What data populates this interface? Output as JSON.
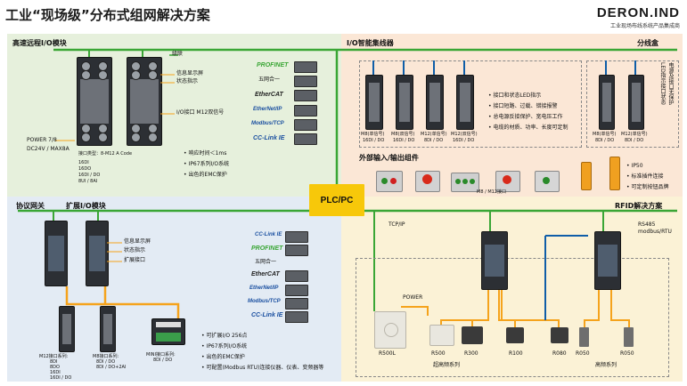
{
  "title": "工业“现场级”分布式组网解决方案",
  "logo": {
    "brand": "DERON.IND",
    "slogan": "工业现场布线系统产品集成商"
  },
  "center": {
    "label": "PLC/PC"
  },
  "colors": {
    "green_line": "#3aa635",
    "orange_line": "#f5a31c",
    "blue_line": "#0f5ea8",
    "plc": "#f7c80a"
  },
  "panel_tl": {
    "title": "高速远程I/O模块",
    "cascade": "级联",
    "callouts": [
      "信息显示屏",
      "状态指示"
    ],
    "io_port": "I/O接口 M12双信号",
    "power": "POWER 7/8",
    "voltage": "DC24V / MAX8A",
    "spec_title": "接口类型：8-M12 A Code",
    "specs": [
      "16DI",
      "16DO",
      "16DI / DO",
      "8UI / 8AI"
    ],
    "protocols": [
      "PROFINET",
      "五网合一",
      "EtherCAT",
      "EtherNet/IP",
      "Modbus/TCP",
      "CC-Link IE"
    ],
    "features": [
      "响应时间＜1ms",
      "IP67系列I/O系统",
      "出色的EMC保护"
    ]
  },
  "panel_tr": {
    "title": "I/O智能集线器",
    "title2": "分线盒",
    "hub_labels": [
      {
        "name": "M8(单信号)",
        "spec": "16DI / DO"
      },
      {
        "name": "M8(双信号)",
        "spec": "16DI / DO"
      },
      {
        "name": "M12(单信号)",
        "spec": "8DI / DO"
      },
      {
        "name": "M12(双信号)",
        "spec": "16DI / DO"
      }
    ],
    "hub_features": [
      "接口和状态LED指示",
      "接口短路、过载、错接报警",
      "总电源反接保护、宽电压工作",
      "电缆的材质、功率、长度可定制"
    ],
    "box_labels": [
      {
        "name": "M8(单信号)",
        "spec": "8DI / DO"
      },
      {
        "name": "M12(单信号)",
        "spec": "8DI / DO"
      }
    ],
    "box_features": [
      "电源及接口无保护",
      "LED指示接口状态"
    ],
    "ext_title": "外部输入/输出组件",
    "ext_caption": "M8 / M12接口",
    "ext_features": [
      "IP50",
      "标准插件连接",
      "可定制按钮品牌"
    ]
  },
  "panel_bl": {
    "title_a": "协议网关",
    "title_b": "扩展I/O模块",
    "callouts": [
      "信息显示屏",
      "状态指示",
      "扩展接口"
    ],
    "protocols": [
      "CC-Link IE",
      "PROFINET",
      "五网合一",
      "EtherCAT",
      "EtherNet/IP",
      "Modbus/TCP",
      "CC-Link IE"
    ],
    "m12_label": {
      "name": "M12接口系列:",
      "specs": [
        "8DI",
        "8DO",
        "16DI",
        "16DI / DO"
      ]
    },
    "m8_label": {
      "name": "M8接口系列:",
      "specs": [
        "8DI / DO",
        "8DI / DO+2AI"
      ]
    },
    "mini_label": {
      "name": "MINI接口系列:",
      "specs": [
        "8DI / DO"
      ]
    },
    "features": [
      "可扩展I/O 256点",
      "IP67系列I/O系统",
      "出色的EMC保护",
      "可配置(Modbus RTU)连接仪器、仪表、变频器等"
    ]
  },
  "panel_br": {
    "title": "RFID解决方案",
    "tcp": "TCP/IP",
    "rs485": "RS485",
    "modbus": "modbus/RTU",
    "power": "POWER",
    "readers": [
      "R500L",
      "R500",
      "R300",
      "R100",
      "R080",
      "R050",
      "R050"
    ],
    "group_uhf": "超高频系列",
    "group_hf": "高频系列"
  }
}
